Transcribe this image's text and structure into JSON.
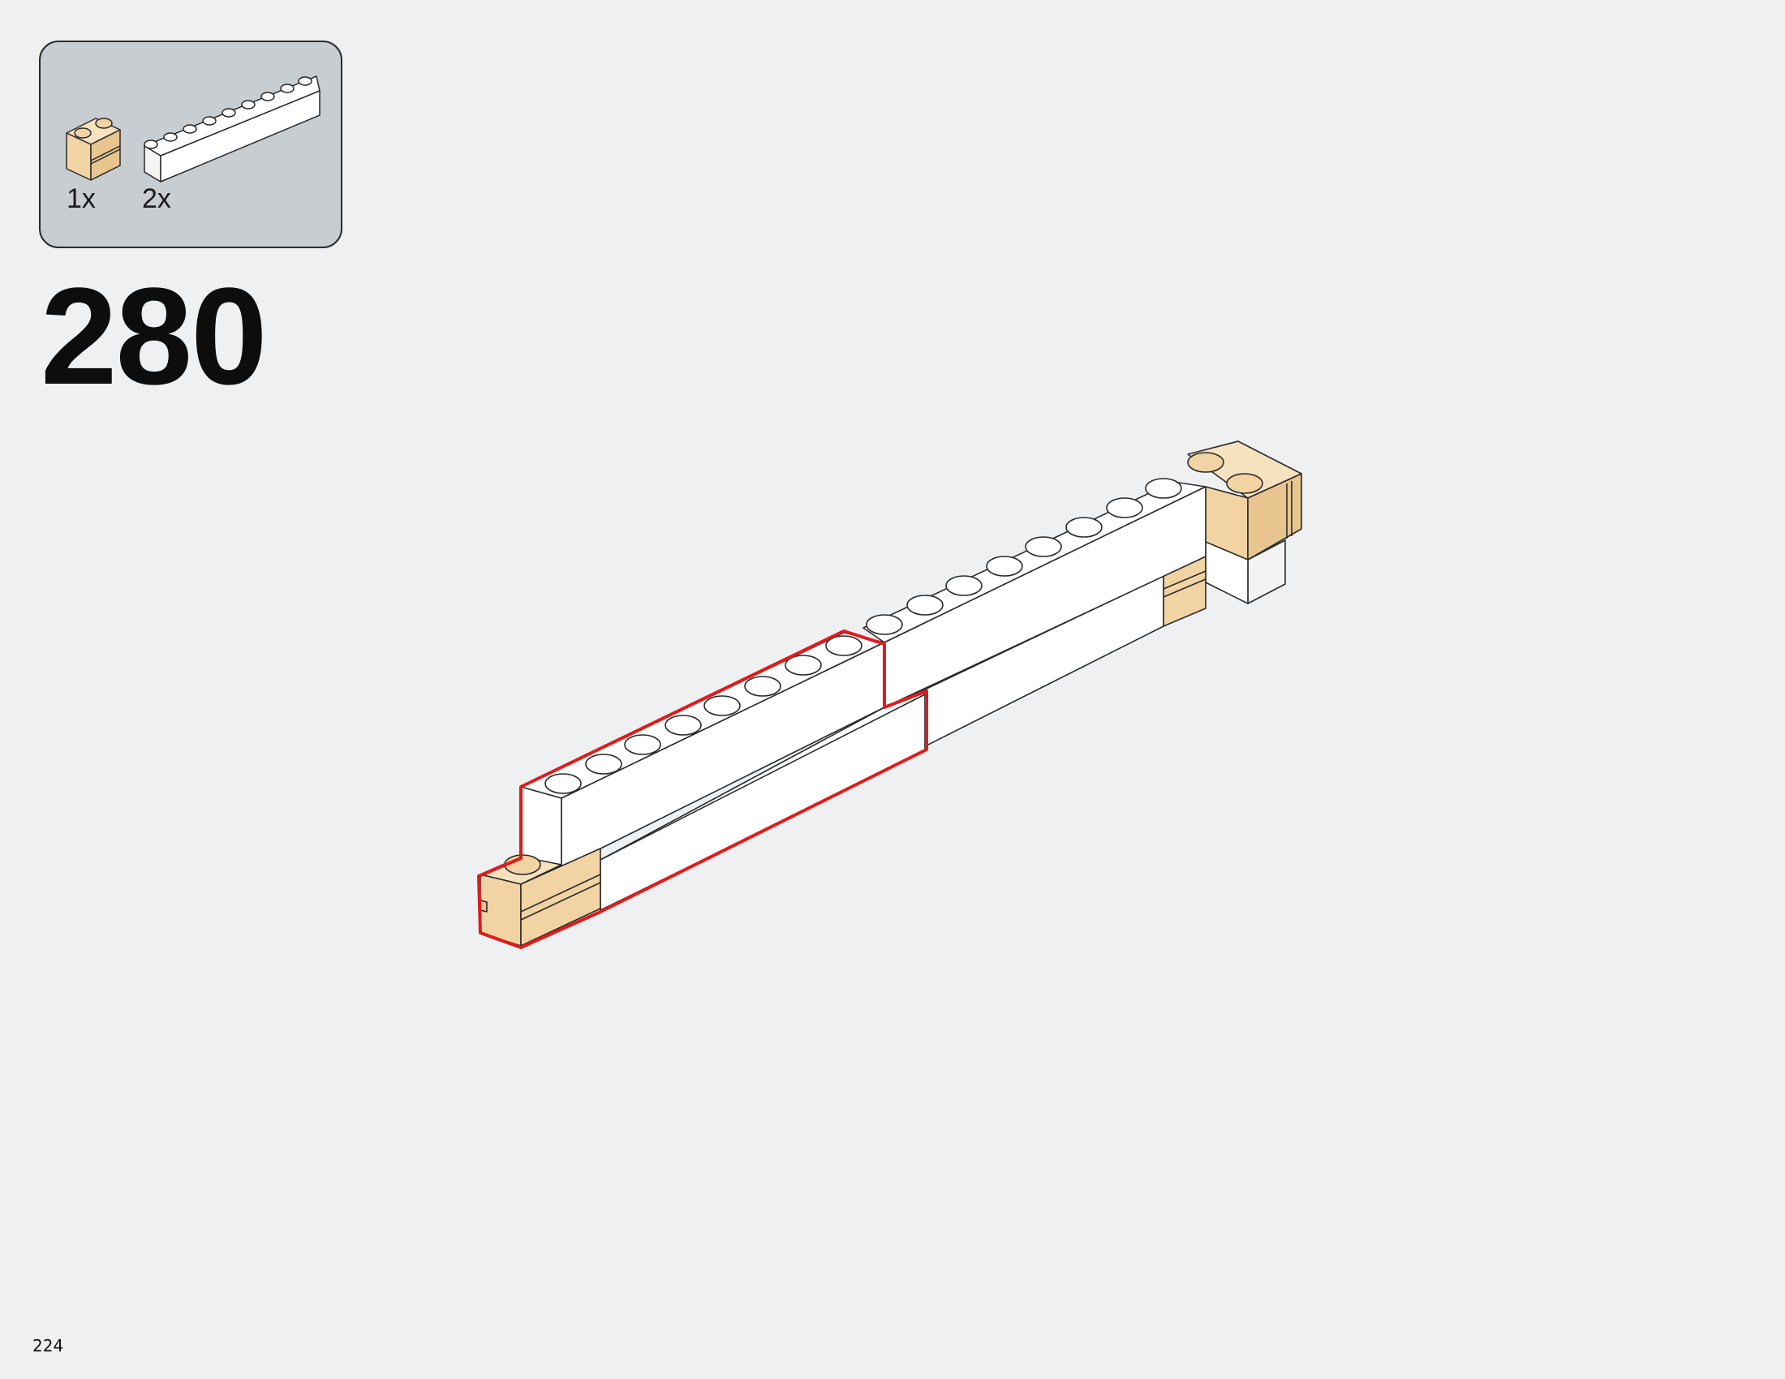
{
  "parts_list": {
    "items": [
      {
        "icon": "tan-1x2-brick-icon",
        "color": "#f2d3a3",
        "quantity": "1x"
      },
      {
        "icon": "white-1x8-brick-icon",
        "color": "#ffffff",
        "quantity": "2x"
      }
    ]
  },
  "step": {
    "number": "280"
  },
  "model": {
    "colors": {
      "white": "#ffffff",
      "tan": "#f2d3a3",
      "outline": "#2a2a2a",
      "highlight": "#e01b1b"
    }
  },
  "page": {
    "number": "224"
  }
}
